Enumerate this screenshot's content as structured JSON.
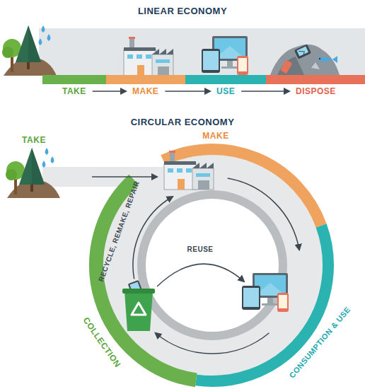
{
  "diagram": {
    "nodes": [
      {
        "text": [
          "TAKE"
        ]
      },
      {
        "text": [
          "MAKE"
        ]
      },
      {
        "text": [
          "USE"
        ]
      },
      {
        "text": [
          "DISPOSE"
        ]
      }
    ],
    "edges": [
      {
        "from": 0,
        "to": 1,
        "arrow": "to"
      },
      {
        "from": 1,
        "to": 2,
        "arrow": "to"
      },
      {
        "from": 2,
        "to": 3,
        "arrow": "to"
      }
    ],
    "labels": [
      "LINEAR ECONOMY",
      "CIRCULAR ECONOMY",
      "TAKE",
      "MAKE",
      "RECYCLE, REMAKE, REPAIR",
      "REUSE",
      "COLLECTION",
      "CONSUMPTION & USE"
    ]
  }
}
